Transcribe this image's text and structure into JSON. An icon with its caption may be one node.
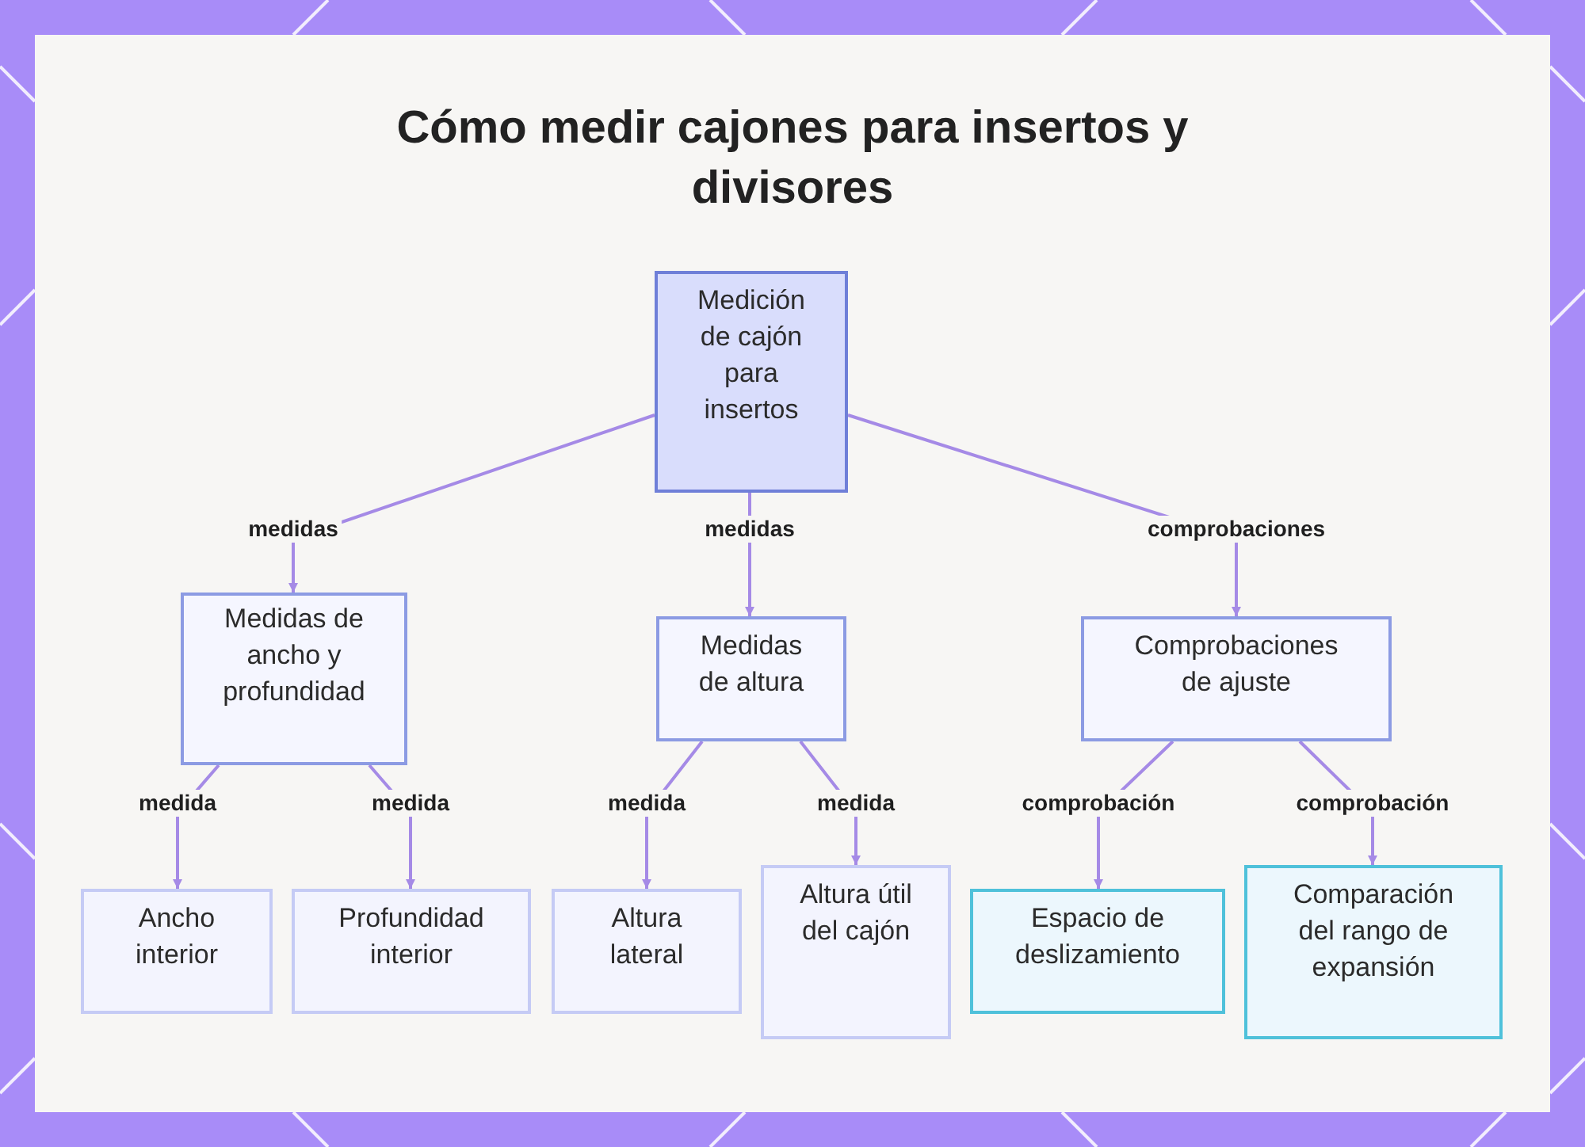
{
  "diagram": {
    "title": "Cómo medir cajones para insertos y divisores",
    "nodes": [
      {
        "text": [
          "Medición de cajón para insertos"
        ]
      },
      {
        "text": [
          "Medidas de ancho y profundidad"
        ]
      },
      {
        "text": [
          "Medidas de altura"
        ]
      },
      {
        "text": [
          "Comprobaciones de ajuste"
        ]
      },
      {
        "text": [
          "Ancho interior"
        ]
      },
      {
        "text": [
          "Profundidad interior"
        ]
      },
      {
        "text": [
          "Altura lateral"
        ]
      },
      {
        "text": [
          "Altura útil del cajón"
        ]
      },
      {
        "text": [
          "Espacio de deslizamiento"
        ]
      },
      {
        "text": [
          "Comparación del rango de expansión"
        ]
      }
    ],
    "edges": [
      {
        "from": 0,
        "to": 1,
        "arrow": "to",
        "label": "medidas"
      },
      {
        "from": 0,
        "to": 2,
        "arrow": "to",
        "label": "medidas"
      },
      {
        "from": 0,
        "to": 3,
        "arrow": "to",
        "label": "comprobaciones"
      },
      {
        "from": 1,
        "to": 4,
        "arrow": "to",
        "label": "medida"
      },
      {
        "from": 1,
        "to": 5,
        "arrow": "to",
        "label": "medida"
      },
      {
        "from": 2,
        "to": 6,
        "arrow": "to",
        "label": "medida"
      },
      {
        "from": 2,
        "to": 7,
        "arrow": "to",
        "label": "medida"
      },
      {
        "from": 3,
        "to": 8,
        "arrow": "to",
        "label": "comprobación"
      },
      {
        "from": 3,
        "to": 9,
        "arrow": "to",
        "label": "comprobación"
      }
    ]
  }
}
